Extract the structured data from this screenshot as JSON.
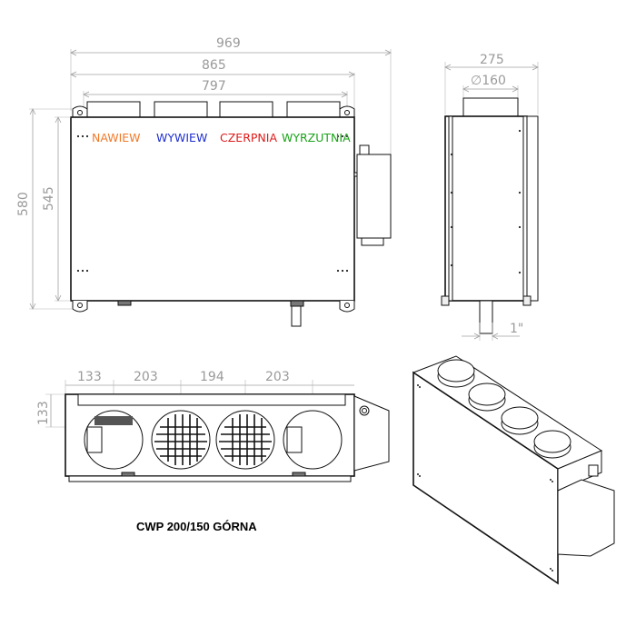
{
  "front_view": {
    "dims": {
      "overall_width": "969",
      "mid_width": "865",
      "inner_width": "797",
      "overall_height": "580",
      "inner_height": "545"
    },
    "labels": [
      {
        "text": "NAWIEW",
        "color": "#f07a2a"
      },
      {
        "text": "WYWIEW",
        "color": "#1f2fd0"
      },
      {
        "text": "CZERPNIA",
        "color": "#e01a1a"
      },
      {
        "text": "WYRZUTNIA",
        "color": "#19a319"
      }
    ]
  },
  "side_view": {
    "dims": {
      "depth": "275",
      "diameter": "∅160",
      "thread": "1\""
    }
  },
  "bottom_view": {
    "dims": {
      "d1": "133",
      "d2": "203",
      "d3": "194",
      "d4": "203",
      "d5": "133"
    }
  },
  "caption": "CWP 200/150  GÓRNA",
  "colors": {
    "drawing_line": "#111111",
    "dimension": "#9a9a9a"
  }
}
